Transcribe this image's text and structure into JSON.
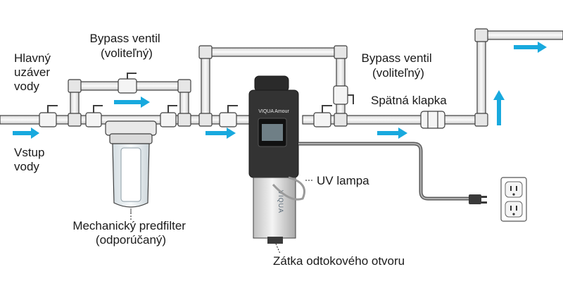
{
  "labels": {
    "main_shutoff": [
      "Hlavný",
      "uzáver",
      "vody"
    ],
    "water_inlet": [
      "Vstup",
      "vody"
    ],
    "bypass_left": [
      "Bypass ventil",
      "(voliteľný)"
    ],
    "bypass_right": [
      "Bypass ventil",
      "(voliteľný)"
    ],
    "check_valve": "Spätná klapka",
    "uv_lamp": "UV lampa",
    "prefilter": [
      "Mechanický predfilter",
      "(odporúčaný)"
    ],
    "drain_plug": "Zátka odtokového otvoru"
  },
  "device": {
    "brand": "VIQUA",
    "model": "VIQUA Amour",
    "side_brand": "VIQUA"
  },
  "colors": {
    "flow_arrow": "#18a9de",
    "pipe_outline": "#3f3f3f",
    "pipe_fill": "#f2f2f2",
    "uv_body": "#2f2f2f",
    "uv_chamber": "#d9d9d9"
  }
}
